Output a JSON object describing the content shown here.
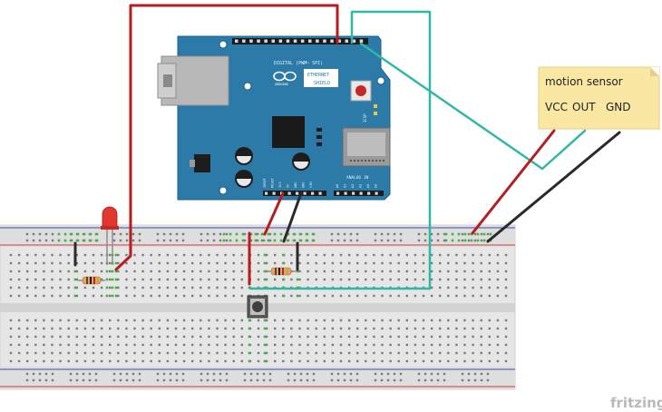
{
  "shield": {
    "title_line1": "ETHERNET",
    "title_line2": "SHIELD",
    "digital_label": "DIGITAL (PWM~ SPI)",
    "logo_text": "ARDUINO",
    "analog_label": "ANALOG IN",
    "icsp_label": "ICSP",
    "power_labels": [
      "IOREF",
      "RESET",
      "3V3",
      "5V",
      "GND",
      "GND",
      "VIN"
    ],
    "analog_pins": [
      "A0",
      "A1",
      "A2",
      "A3",
      "A4",
      "A5"
    ]
  },
  "sensor": {
    "title": "motion sensor",
    "pins": [
      "VCC",
      "OUT",
      "GND"
    ]
  },
  "brand": "fritzing",
  "colors": {
    "red_wire": "#b41e1e",
    "cyan_wire": "#30b8a4",
    "black_wire": "#2a2a2a",
    "board": "#2c7aa8",
    "note": "#fbe7a4"
  }
}
